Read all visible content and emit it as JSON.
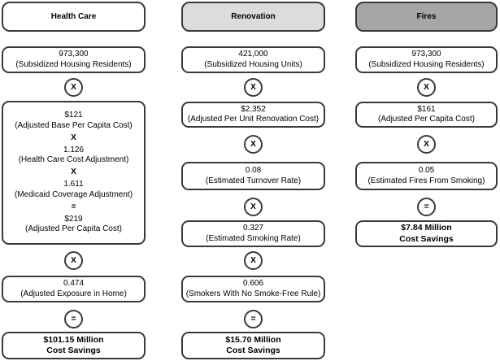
{
  "colors": {
    "border": "#3a3a3a",
    "header_health_care_fill": "#ffffff",
    "header_renovation_fill": "#dcdcdc",
    "header_fires_fill": "#a6a6a6",
    "text": "#000000",
    "background": "#ffffff"
  },
  "health_care": {
    "header": "Health Care",
    "residents": {
      "value": "973,300",
      "label": "(Subsidized Housing Residents)"
    },
    "op1": "X",
    "calc_lines": [
      "$121",
      "(Adjusted Base Per Capita Cost)",
      "X",
      "1.126",
      "(Health Care Cost Adjustment)",
      "X",
      "1.611",
      "(Medicaid Coverage Adjustment)",
      "=",
      "$219",
      "(Adjusted Per Capita Cost)"
    ],
    "op2": "X",
    "exposure": {
      "value": "0.474",
      "label": "(Adjusted Exposure in Home)"
    },
    "op_equals": "=",
    "result": {
      "value": "$101.15 Million",
      "label": "Cost Savings"
    }
  },
  "renovation": {
    "header": "Renovation",
    "units": {
      "value": "421,000",
      "label": "(Subsidized Housing Units)"
    },
    "op1": "X",
    "unit_cost": {
      "value": "$2,352",
      "label": "(Adjusted Per Unit Renovation Cost)"
    },
    "op2": "X",
    "turnover": {
      "value": "0.08",
      "label": "(Estimated Turnover Rate)"
    },
    "op3": "X",
    "smoking_rate": {
      "value": "0.327",
      "label": "(Estimated Smoking Rate)"
    },
    "op4": "X",
    "no_rule": {
      "value": "0.606",
      "label": "(Smokers With No Smoke-Free Rule)"
    },
    "op_equals": "=",
    "result": {
      "value": "$15.70 Million",
      "label": "Cost Savings"
    }
  },
  "fires": {
    "header": "Fires",
    "residents": {
      "value": "973,300",
      "label": "(Subsidized Housing Residents)"
    },
    "op1": "X",
    "per_capita": {
      "value": "$161",
      "label": "(Adjusted Per Capita Cost)"
    },
    "op2": "X",
    "fire_rate": {
      "value": "0.05",
      "label": "(Estimated Fires From Smoking)"
    },
    "op_equals": "=",
    "result": {
      "value": "$7.84 Million",
      "label": "Cost Savings"
    }
  }
}
